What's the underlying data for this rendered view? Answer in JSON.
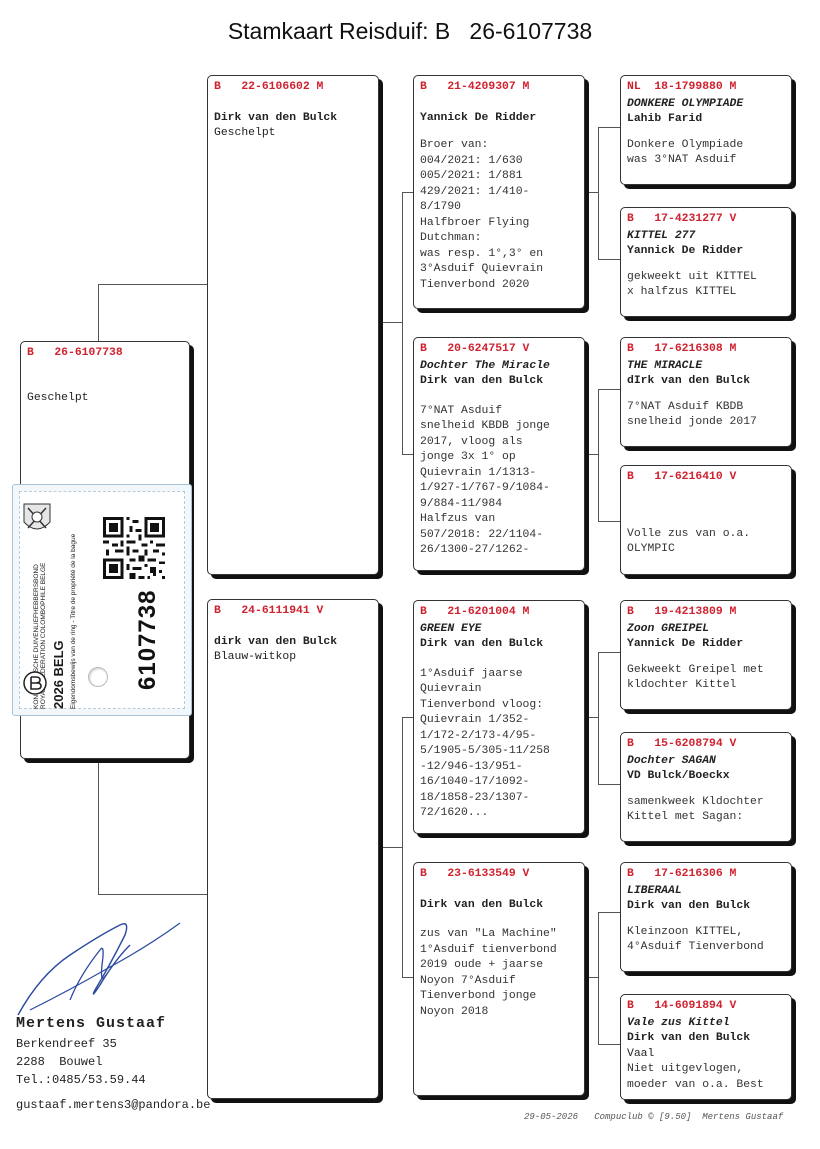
{
  "title": "Stamkaart Reisduif: B   26-6107738",
  "subject": {
    "header": "B   26-6107738",
    "color": "Geschelpt"
  },
  "sire": {
    "header": "B   22-6106602 M",
    "owner": "Dirk van den Bulck",
    "color": "Geschelpt"
  },
  "dam": {
    "header": "B   24-6111941 V",
    "owner": "dirk van den Bulck",
    "color": "Blauw-witkop"
  },
  "ss": {
    "header": "B   21-4209307 M",
    "owner": "Yannick De Ridder",
    "notes": "Broer van:\n004/2021: 1/630\n005/2021: 1/881\n429/2021: 1/410-\n8/1790\nHalfbroer Flying\nDutchman:\nwas resp. 1°,3° en\n3°Asduif Quievrain\nTienverbond 2020"
  },
  "sd": {
    "header": "B   20-6247517 V",
    "name": "Dochter The Miracle",
    "owner": "Dirk van den Bulck",
    "notes": "7°NAT Asduif\nsnelheid KBDB jonge\n2017, vloog als\njonge 3x 1° op\nQuievrain 1/1313-\n1/927-1/767-9/1084-\n9/884-11/984\nHalfzus van\n507/2018: 22/1104-\n26/1300-27/1262-"
  },
  "ds": {
    "header": "B   21-6201004 M",
    "name": "GREEN EYE",
    "owner": "Dirk van den Bulck",
    "notes": "1°Asduif jaarse\nQuievrain\nTienverbond vloog:\nQuievrain 1/352-\n1/172-2/173-4/95-\n5/1905-5/305-11/258\n-12/946-13/951-\n16/1040-17/1092-\n18/1858-23/1307-\n72/1620..."
  },
  "dd": {
    "header": "B   23-6133549 V",
    "owner": "Dirk van den Bulck",
    "notes": "zus van \"La Machine\"\n1°Asduif tienverbond\n2019 oude + jaarse\nNoyon 7°Asduif\nTienverbond jonge\nNoyon 2018"
  },
  "sss": {
    "header": "NL  18-1799880 M",
    "name": "DONKERE OLYMPIADE",
    "owner": "Lahib Farid",
    "notes": "Donkere Olympiade\nwas 3°NAT Asduif"
  },
  "ssd": {
    "header": "B   17-4231277 V",
    "name": "KITTEL 277",
    "owner": "Yannick De Ridder",
    "notes": "gekweekt uit KITTEL\nx halfzus KITTEL"
  },
  "sds": {
    "header": "B   17-6216308 M",
    "name": "THE MIRACLE",
    "owner": "dIrk van den Bulck",
    "notes": "7°NAT Asduif KBDB\nsnelheid jonde 2017"
  },
  "sdd": {
    "header": "B   17-6216410 V",
    "notes": "Volle zus van o.a.\nOLYMPIC"
  },
  "dss": {
    "header": "B   19-4213809 M",
    "name": "Zoon GREIPEL",
    "owner": "Yannick De Ridder",
    "notes": "Gekweekt Greipel met\nkldochter Kittel"
  },
  "dsd": {
    "header": "B   15-6208794 V",
    "name": "Dochter SAGAN",
    "owner": "VD Bulck/Boeckx",
    "notes": "samenkweek Kldochter\nKittel met Sagan:"
  },
  "dds": {
    "header": "B   17-6216306 M",
    "name": "LIBERAAL",
    "owner": "Dirk van den Bulck",
    "notes": "Kleinzoon KITTEL,\n4°Asduif Tienverbond"
  },
  "ddd": {
    "header": "B   14-6091894 V",
    "name": "Vale zus Kittel",
    "owner": "Dirk van den Bulck",
    "color": "Vaal",
    "notes": "Niet uitgevlogen,\nmoeder van o.a. Best"
  },
  "ring": {
    "line1": "KON. BELGISCHE DUIVENLIEFHEBBERSBOND",
    "line2": "ROYALE FEDERATION COLOMBOPHILE BELGE",
    "year_country": "2026   BELG",
    "line4": "Eigendomsbewijs van de ring - Titre de propriété de la bague",
    "number": "6107738"
  },
  "owner": {
    "name": "Mertens Gustaaf",
    "street": "Berkendreef 35",
    "city": "2288  Bouwel",
    "tel": "Tel.:0485/53.59.44",
    "email": "gustaaf.mertens3@pandora.be"
  },
  "footer": "29-05-2026   Compuclub © [9.50]  Mertens Gustaaf"
}
